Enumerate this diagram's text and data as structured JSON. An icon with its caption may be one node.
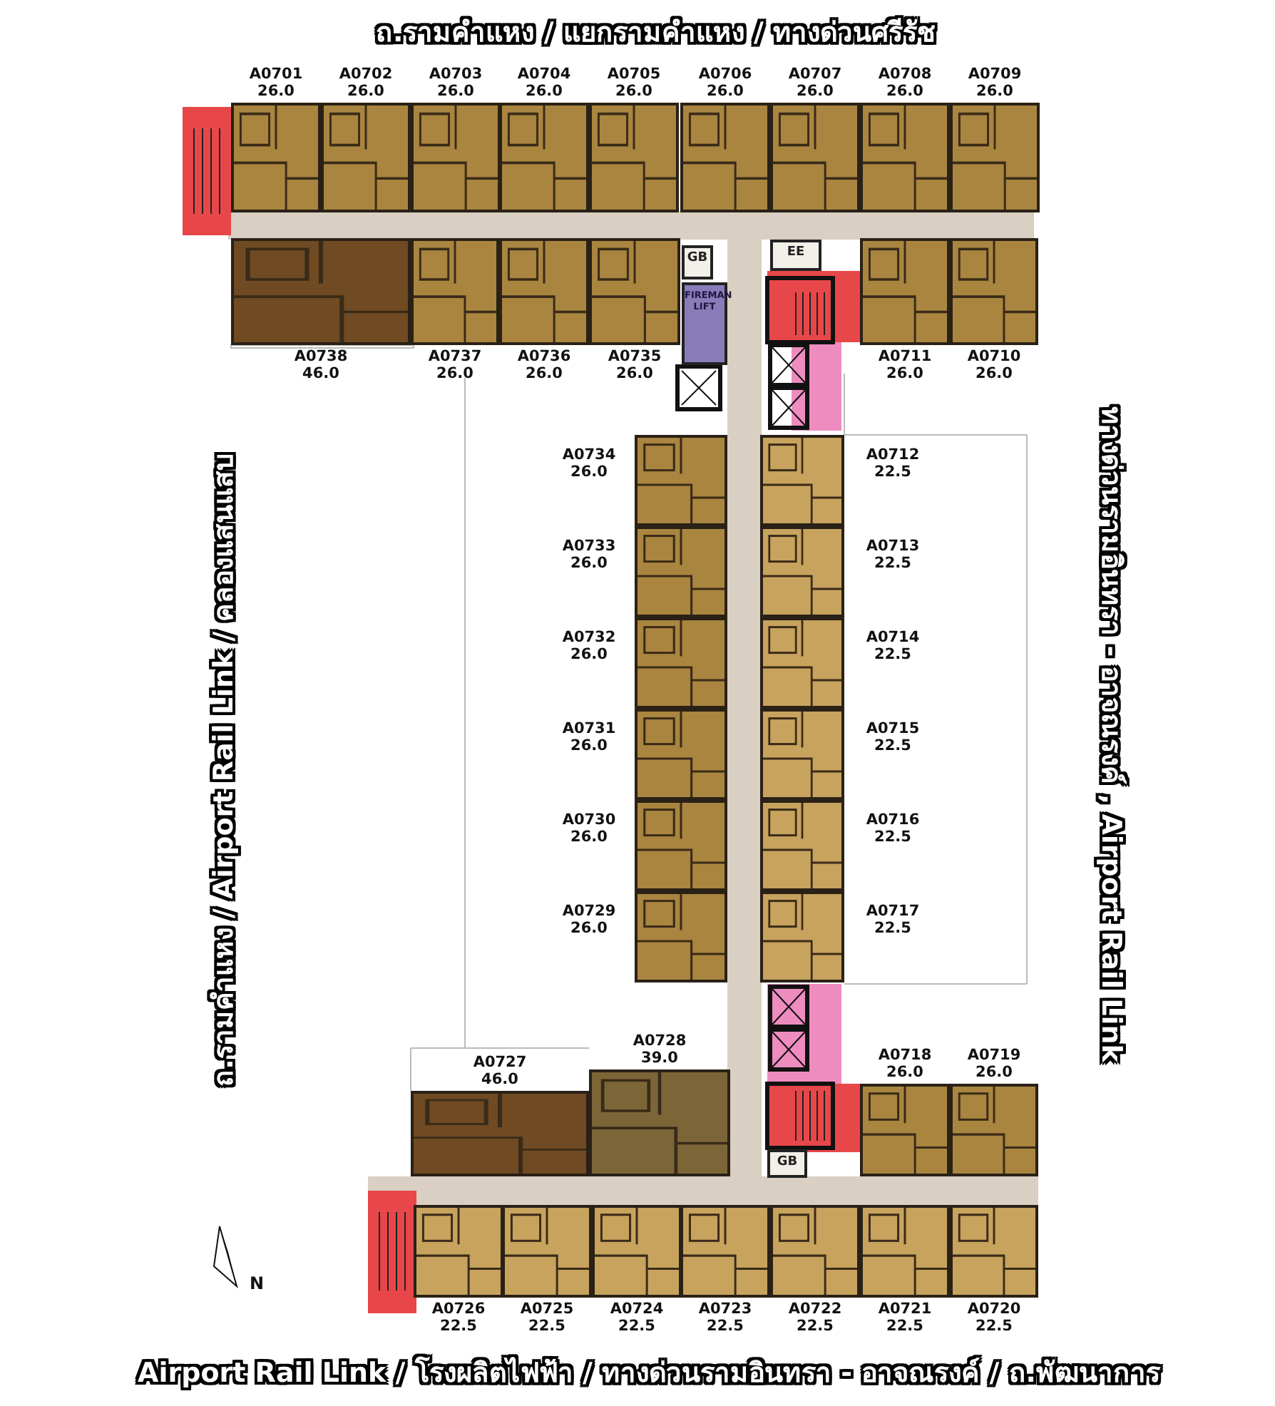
{
  "diagram": {
    "nodes": [
      {
        "text": [
          "A0701",
          "26.0"
        ]
      },
      {
        "text": [
          "A0702",
          "26.0"
        ]
      },
      {
        "text": [
          "A0703",
          "26.0"
        ]
      },
      {
        "text": [
          "A0704",
          "26.0"
        ]
      },
      {
        "text": [
          "A0705",
          "26.0"
        ]
      },
      {
        "text": [
          "A0706",
          "26.0"
        ]
      },
      {
        "text": [
          "A0707",
          "26.0"
        ]
      },
      {
        "text": [
          "A0708",
          "26.0"
        ]
      },
      {
        "text": [
          "A0709",
          "26.0"
        ]
      },
      {
        "text": [
          "A0738",
          "46.0"
        ]
      },
      {
        "text": [
          "A0737",
          "26.0"
        ]
      },
      {
        "text": [
          "A0736",
          "26.0"
        ]
      },
      {
        "text": [
          "A0735",
          "26.0"
        ]
      },
      {
        "text": [
          "GB"
        ]
      },
      {
        "text": [
          "FIREMAN LIFT"
        ]
      },
      {
        "text": [
          "EE"
        ]
      },
      {
        "text": [
          "A0711",
          "26.0"
        ]
      },
      {
        "text": [
          "A0710",
          "26.0"
        ]
      },
      {
        "text": [
          "A0734",
          "26.0"
        ]
      },
      {
        "text": [
          "A0712",
          "22.5"
        ]
      },
      {
        "text": [
          "A0733",
          "26.0"
        ]
      },
      {
        "text": [
          "A0713",
          "22.5"
        ]
      },
      {
        "text": [
          "A0732",
          "26.0"
        ]
      },
      {
        "text": [
          "A0714",
          "22.5"
        ]
      },
      {
        "text": [
          "A0731",
          "26.0"
        ]
      },
      {
        "text": [
          "A0715",
          "22.5"
        ]
      },
      {
        "text": [
          "A0730",
          "26.0"
        ]
      },
      {
        "text": [
          "A0716",
          "22.5"
        ]
      },
      {
        "text": [
          "A0729",
          "26.0"
        ]
      },
      {
        "text": [
          "A0717",
          "22.5"
        ]
      },
      {
        "text": [
          "A0727",
          "46.0"
        ]
      },
      {
        "text": [
          "A0728",
          "39.0"
        ]
      },
      {
        "text": [
          "A0718",
          "26.0"
        ]
      },
      {
        "text": [
          "A0719",
          "26.0"
        ]
      },
      {
        "text": [
          "GB"
        ]
      },
      {
        "text": [
          "A0726",
          "22.5"
        ]
      },
      {
        "text": [
          "A0725",
          "22.5"
        ]
      },
      {
        "text": [
          "A0724",
          "22.5"
        ]
      },
      {
        "text": [
          "A0723",
          "22.5"
        ]
      },
      {
        "text": [
          "A0722",
          "22.5"
        ]
      },
      {
        "text": [
          "A0721",
          "22.5"
        ]
      },
      {
        "text": [
          "A0720",
          "22.5"
        ]
      }
    ],
    "labels": [
      "ถ.รามคำแหง / แยกรามคำแหง / ทางด่วนศรีรัช",
      "ถ.รามคำแหง / Airport Rail Link / คลองแสนแสบ",
      "ทางด่วนรามอินทรา - อาจณรงค์ , Airport Rail Link",
      "N",
      "Airport Rail Link / โรงผลิตไฟฟ้า / ทางด่วนรามอินทรา - อาจณรงค์ / ถ.พัฒนาการ"
    ]
  }
}
